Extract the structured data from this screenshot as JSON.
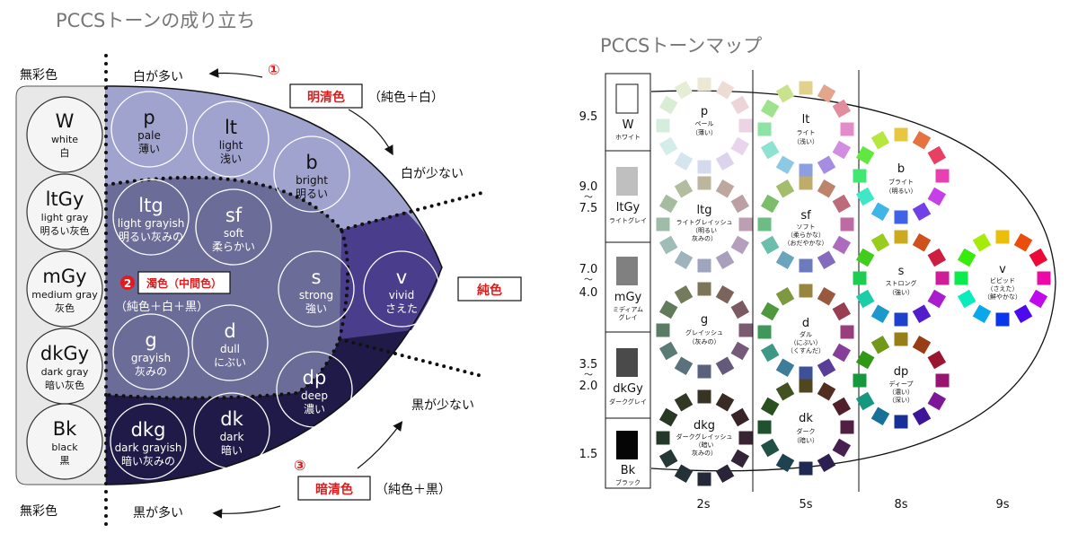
{
  "left_title": "PCCSトーンの成り立ち",
  "right_title": "PCCSトーンマップ",
  "achromatic_label_top": "無彩色",
  "achromatic_label_bottom": "無彩色",
  "white_more": "白が多い",
  "white_less": "白が少ない",
  "black_more": "黒が多い",
  "black_less": "黒が少ない",
  "pure_color": "純色",
  "groups": {
    "bright": {
      "num": "①",
      "name": "明清色",
      "formula": "（純色＋白）"
    },
    "dull": {
      "num": "2",
      "name": "濁色（中間色）",
      "formula": "（純色＋白＋黒）"
    },
    "dark": {
      "num": "③",
      "name": "暗清色",
      "formula": "（純色＋黒）"
    }
  },
  "achromatic": [
    {
      "code": "W",
      "en": "white",
      "jp": "白"
    },
    {
      "code": "ltGy",
      "en": "light gray",
      "jp": "明るい灰色"
    },
    {
      "code": "mGy",
      "en": "medium gray",
      "jp": "灰色"
    },
    {
      "code": "dkGy",
      "en": "dark gray",
      "jp": "暗い灰色"
    },
    {
      "code": "Bk",
      "en": "black",
      "jp": "黒"
    }
  ],
  "tones": [
    {
      "code": "p",
      "en": "pale",
      "jp": "薄い"
    },
    {
      "code": "lt",
      "en": "light",
      "jp": "浅い"
    },
    {
      "code": "b",
      "en": "bright",
      "jp": "明るい"
    },
    {
      "code": "ltg",
      "en": "light grayish",
      "jp": "明るい灰みの"
    },
    {
      "code": "sf",
      "en": "soft",
      "jp": "柔らかい"
    },
    {
      "code": "s",
      "en": "strong",
      "jp": "強い"
    },
    {
      "code": "v",
      "en": "vivid",
      "jp": "さえた"
    },
    {
      "code": "g",
      "en": "grayish",
      "jp": "灰みの"
    },
    {
      "code": "d",
      "en": "dull",
      "jp": "にぶい"
    },
    {
      "code": "dp",
      "en": "deep",
      "jp": "濃い"
    },
    {
      "code": "dkg",
      "en": "dark grayish",
      "jp": "暗い灰みの"
    },
    {
      "code": "dk",
      "en": "dark",
      "jp": "暗い"
    }
  ],
  "map": {
    "levels": [
      "9.5",
      "9.0",
      "〜",
      "7.5",
      "7.0",
      "〜",
      "4.0",
      "3.5",
      "〜",
      "2.0",
      "1.5"
    ],
    "gray_labels": [
      {
        "code": "W",
        "kana": "ホワイト"
      },
      {
        "code": "ltGy",
        "kana": "ライトグレイ"
      },
      {
        "code": "mGy",
        "kana": "ミディアム",
        "kana2": "グレイ"
      },
      {
        "code": "dkGy",
        "kana": "ダークグレイ"
      },
      {
        "code": "Bk",
        "kana": "ブラック"
      }
    ],
    "columns": [
      "2s",
      "5s",
      "8s",
      "9s"
    ],
    "wheels": [
      {
        "code": "p",
        "lines": [
          "ペール",
          "（薄い）"
        ]
      },
      {
        "code": "ltg",
        "lines": [
          "ライトグレイッシュ",
          "（明るい",
          "灰みの）"
        ]
      },
      {
        "code": "g",
        "lines": [
          "グレイッシュ",
          "（灰みの）"
        ]
      },
      {
        "code": "dkg",
        "lines": [
          "ダークグレイッシュ",
          "（暗い",
          "灰みの）"
        ]
      },
      {
        "code": "lt",
        "lines": [
          "ライト",
          "（浅い）"
        ]
      },
      {
        "code": "sf",
        "lines": [
          "ソフト",
          "（柔らかな）",
          "（おだやかな）"
        ]
      },
      {
        "code": "d",
        "lines": [
          "ダル",
          "（にぶい）",
          "（くすんだ）"
        ]
      },
      {
        "code": "dk",
        "lines": [
          "ダーク",
          "（暗い）"
        ]
      },
      {
        "code": "b",
        "lines": [
          "ブライト",
          "（明るい）"
        ]
      },
      {
        "code": "s",
        "lines": [
          "ストロング",
          "（強い）"
        ]
      },
      {
        "code": "dp",
        "lines": [
          "ディープ",
          "（濃い）",
          "（深い）"
        ]
      },
      {
        "code": "v",
        "lines": [
          "ビビッド",
          "（さえた）",
          "（鮮やかな）"
        ]
      }
    ]
  },
  "colors": {
    "pale_region": "#a1a3cf",
    "dull_region": "#6c6c99",
    "vivid_region": "#4a3d8c",
    "dark_region": "#1f1a47",
    "gray_strip": "#e8e8e8",
    "accent_red": "#e01b1b"
  }
}
